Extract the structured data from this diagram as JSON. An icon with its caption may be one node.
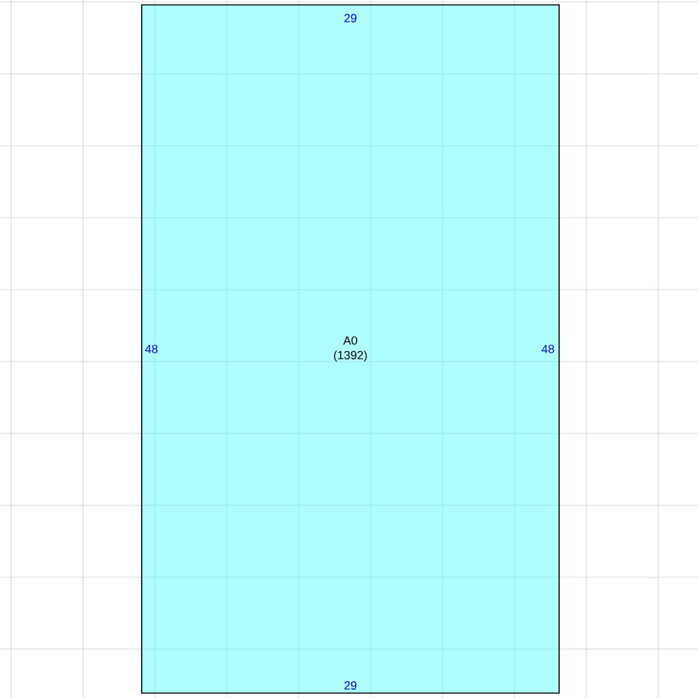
{
  "diagram": {
    "nodes": [
      {
        "text": [
          "A0",
          "(1392)"
        ]
      }
    ],
    "labels": [
      "29",
      "48",
      "48",
      "29"
    ]
  }
}
